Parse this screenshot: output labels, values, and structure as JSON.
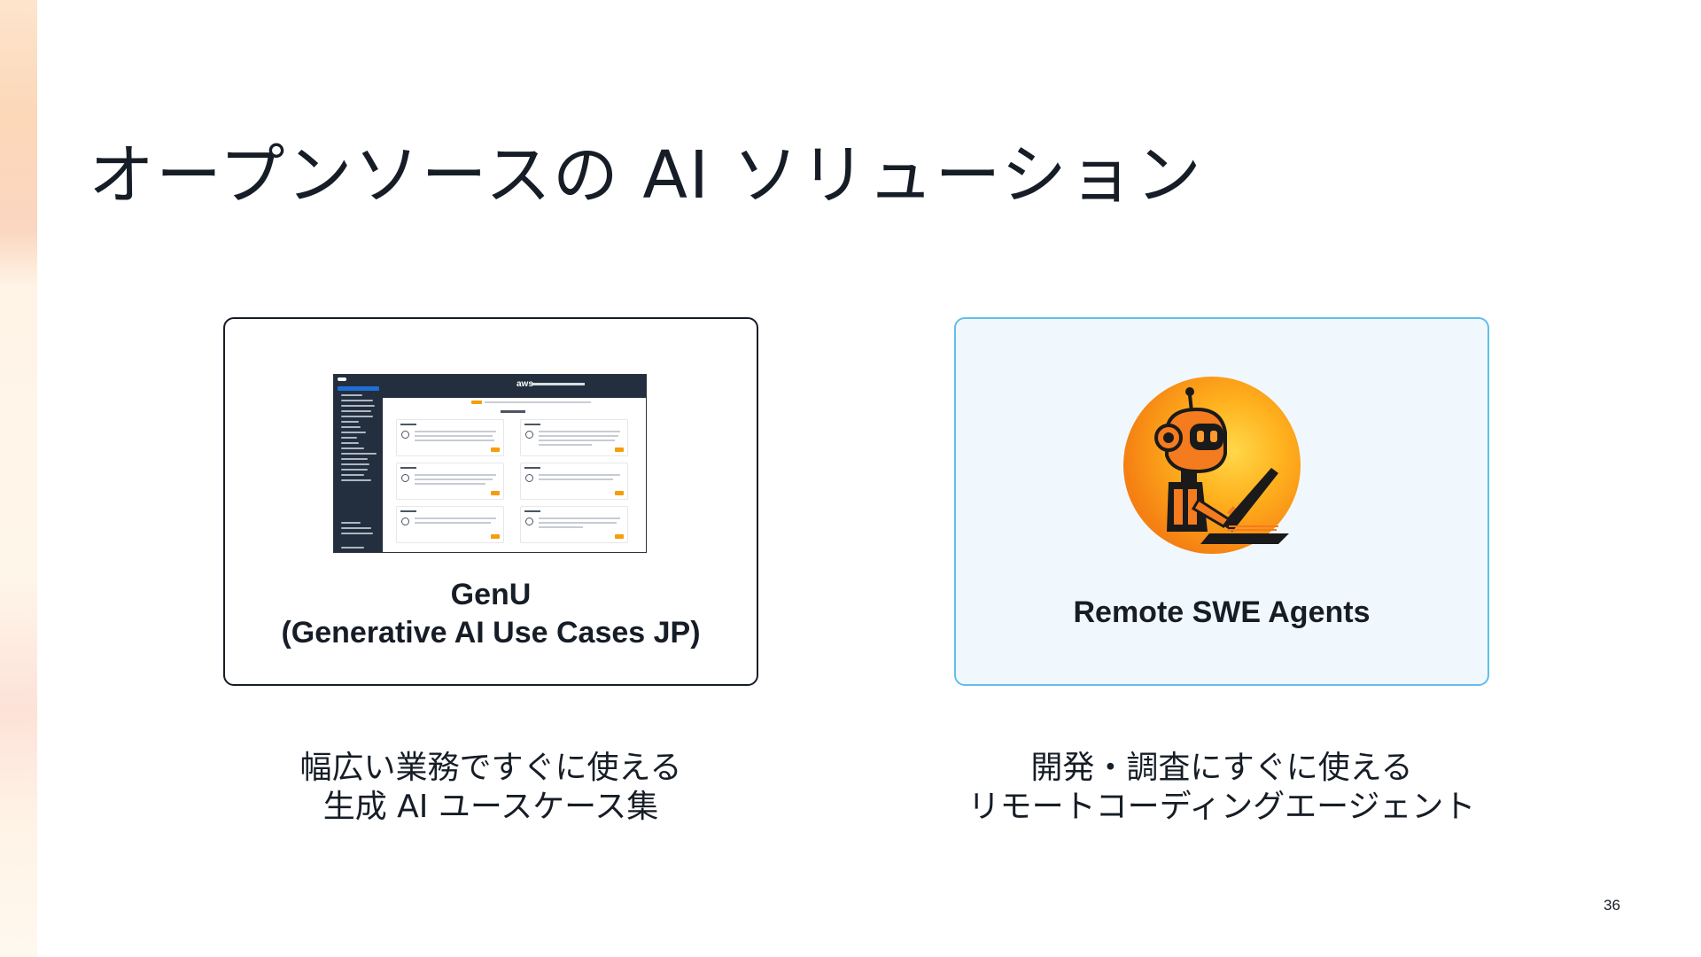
{
  "slide": {
    "title": "オープンソースの AI ソリューション",
    "page_number": "36"
  },
  "cards": [
    {
      "label_line1": "GenU",
      "label_line2": "(Generative AI Use Cases JP)",
      "image": "genu-app-screenshot",
      "border_color": "#161d26",
      "background": "#ffffff"
    },
    {
      "label_line1": "Remote SWE Agents",
      "image": "robot-logo",
      "border_color": "#63bde9",
      "background": "#f1f8fd"
    }
  ],
  "captions": [
    {
      "line1": "幅広い業務ですぐに使える",
      "line2": "生成 AI ユースケース集"
    },
    {
      "line1": "開発・調査にすぐに使える",
      "line2": "リモートコーディングエージェント"
    }
  ],
  "mock_app": {
    "logo_text": "aws"
  },
  "colors": {
    "text": "#161d26",
    "accent_blue": "#63bde9",
    "robot_orange": "#f7941d",
    "aws_navy": "#232f3e"
  }
}
